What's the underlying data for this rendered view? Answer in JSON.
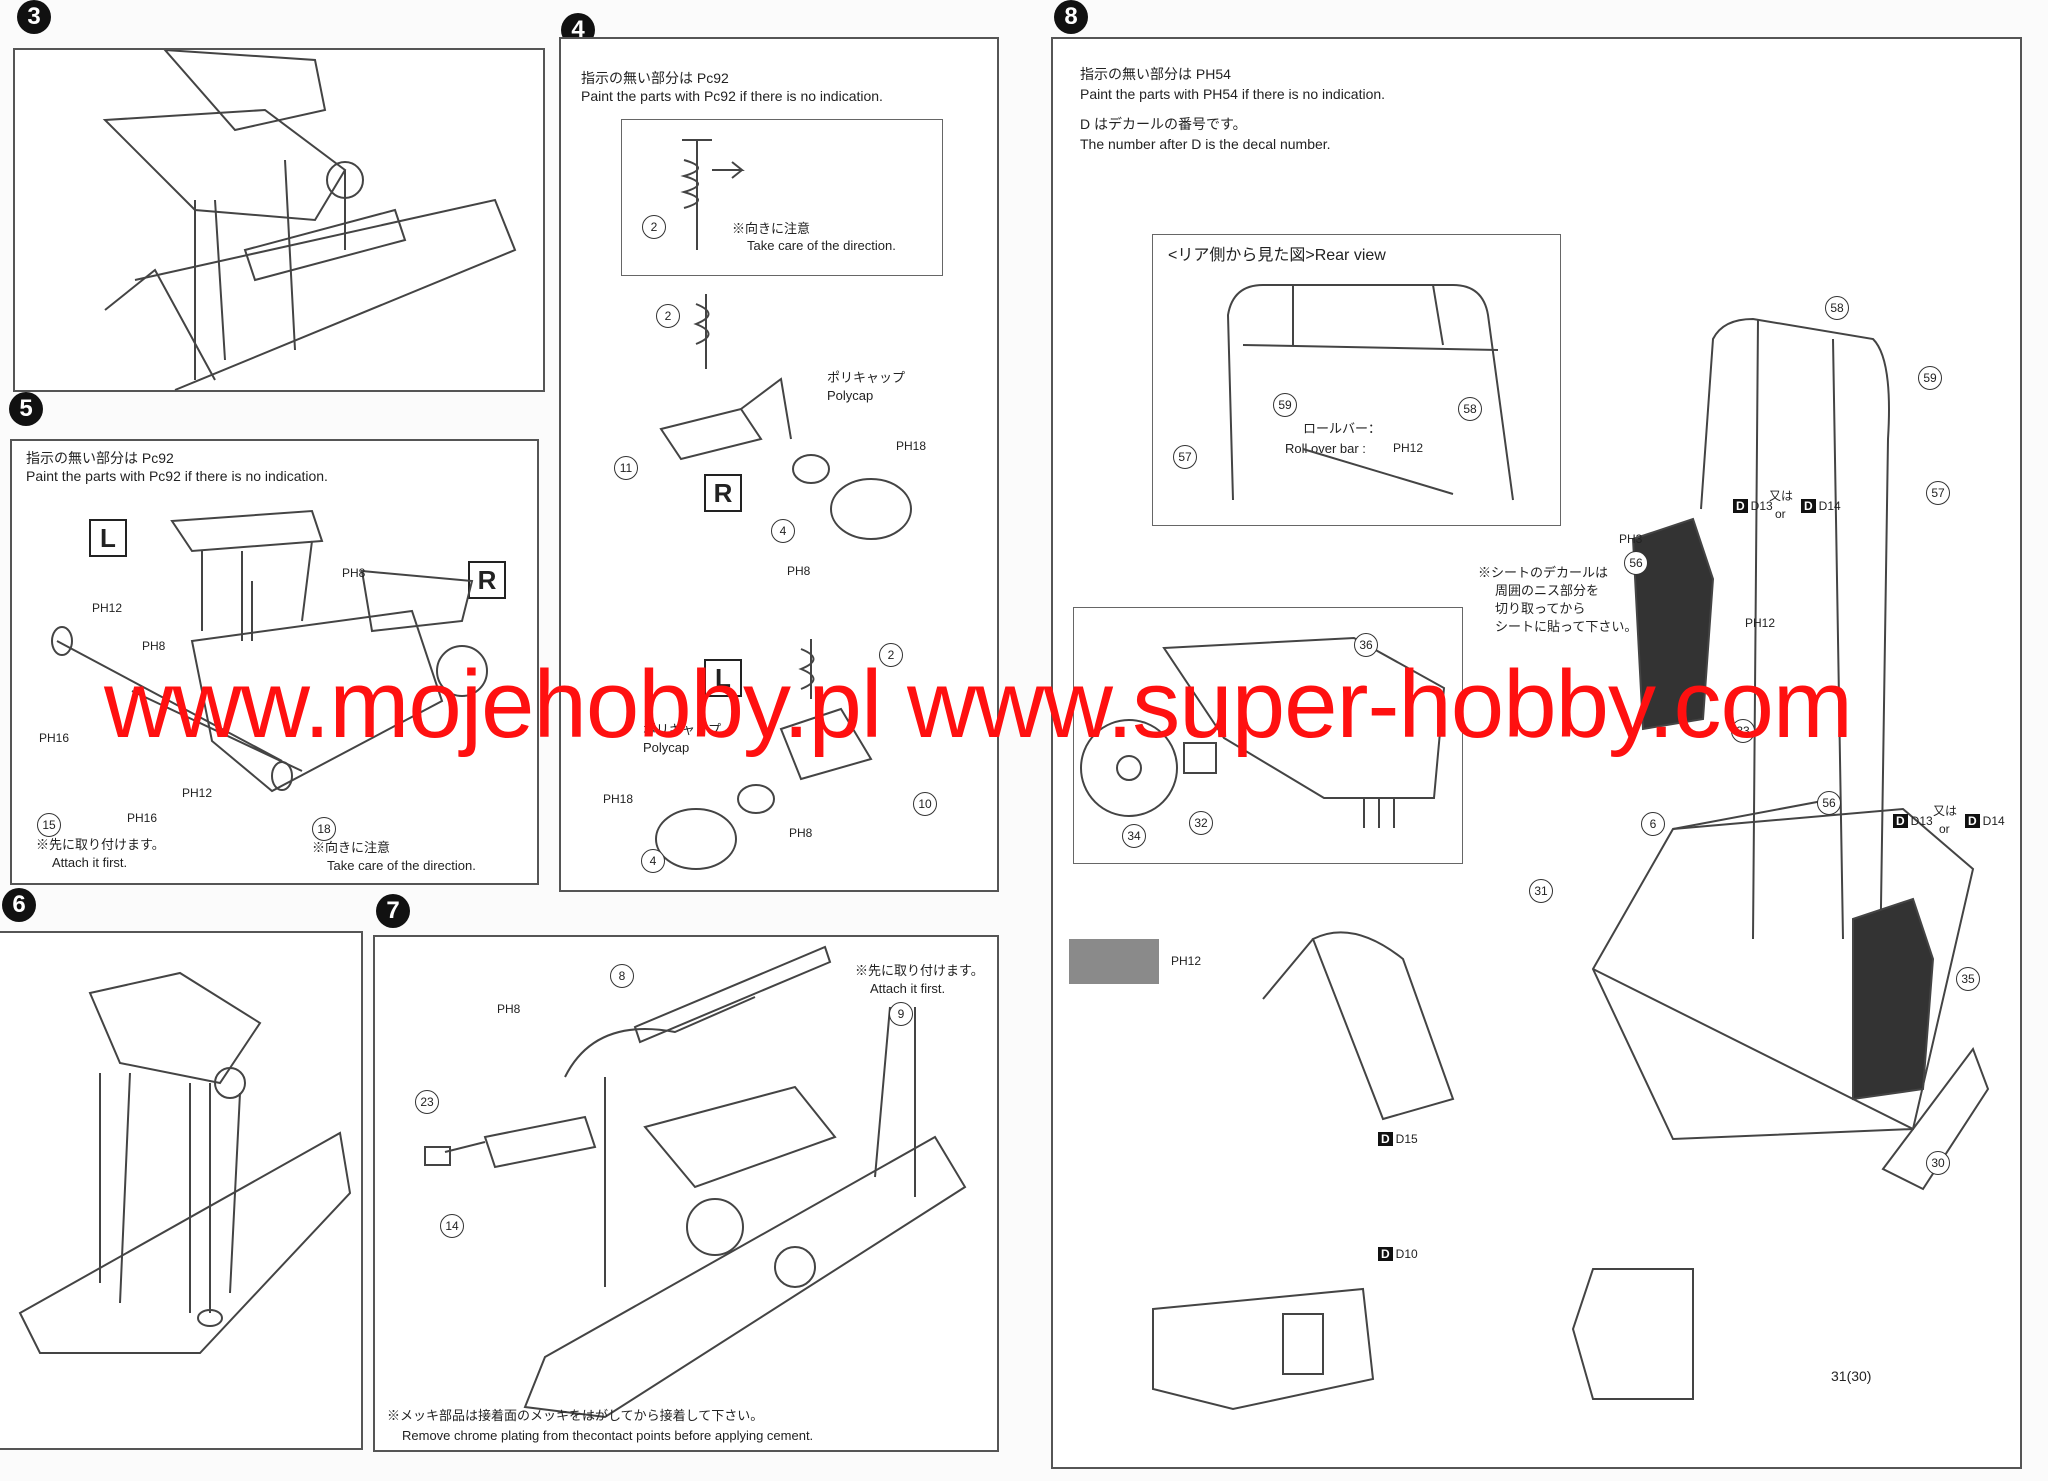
{
  "steps": {
    "s3": {
      "number": "3"
    },
    "s4": {
      "number": "4",
      "paint_jp": "指示の無い部分は Pc92",
      "paint_en": "Paint the parts with Pc92 if there is no indication.",
      "dir_jp": "※向きに注意",
      "dir_en": "Take care of the direction.",
      "polycap_jp": "ポリキャップ",
      "polycap_en": "Polycap",
      "side_r": "R",
      "side_l": "L",
      "parts": [
        "2",
        "2",
        "11",
        "4",
        "2",
        "10",
        "4"
      ],
      "paints": [
        "PH18",
        "PH8",
        "PH18",
        "PH8"
      ]
    },
    "s5": {
      "number": "5",
      "paint_jp": "指示の無い部分は Pc92",
      "paint_en": "Paint the parts with Pc92 if there is no indication.",
      "side_l": "L",
      "side_r": "R",
      "paints": [
        "PH8",
        "PH12",
        "PH8",
        "PH16",
        "PH12",
        "PH16"
      ],
      "parts": [
        "15",
        "18"
      ],
      "attach_jp": "※先に取り付けます。",
      "attach_en": "Attach it first.",
      "dir_jp": "※向きに注意",
      "dir_en": "Take care of the direction."
    },
    "s6": {
      "number": "6"
    },
    "s7": {
      "number": "7",
      "parts": [
        "8",
        "9",
        "23",
        "14"
      ],
      "paint": "PH8",
      "attach_jp": "※先に取り付けます。",
      "attach_en": "Attach it first.",
      "chrome_jp": "※メッキ部品は接着面のメッキをはがしてから接着して下さい。",
      "chrome_en": "Remove chrome plating from thecontact points before applying cement."
    },
    "s8": {
      "number": "8",
      "paint_jp": "指示の無い部分は PH54",
      "paint_en": "Paint the parts with PH54 if there is no indication.",
      "decal_jp": "D はデカールの番号です。",
      "decal_en": "The number after D is the decal number.",
      "rear_view": "<リア側から見た図>Rear view",
      "rollbar_jp": "ロールバー：",
      "rollbar_en": "Roll over bar :",
      "rollbar_paint": "PH12",
      "rear_parts": [
        "59",
        "58",
        "57"
      ],
      "parts": [
        "58",
        "59",
        "57",
        "56",
        "36",
        "34",
        "32",
        "33",
        "6",
        "31",
        "56",
        "35",
        "30"
      ],
      "paints": [
        "PH3",
        "PH12"
      ],
      "or_jp": "又は",
      "or_en": "or",
      "decals": [
        "D13",
        "D14",
        "D13",
        "D14",
        "D15",
        "D10"
      ],
      "seat_note": [
        "※シートのデカールは",
        "周囲のニス部分を",
        "切り取ってから",
        "シートに貼って下さい。"
      ],
      "swatch_paint": "PH12",
      "door_label": "31(30)"
    }
  },
  "watermark": "www.mojehobby.pl www.super-hobby.com",
  "colors": {
    "watermark": "#ff1010",
    "swatch": "#8a8a8a"
  }
}
